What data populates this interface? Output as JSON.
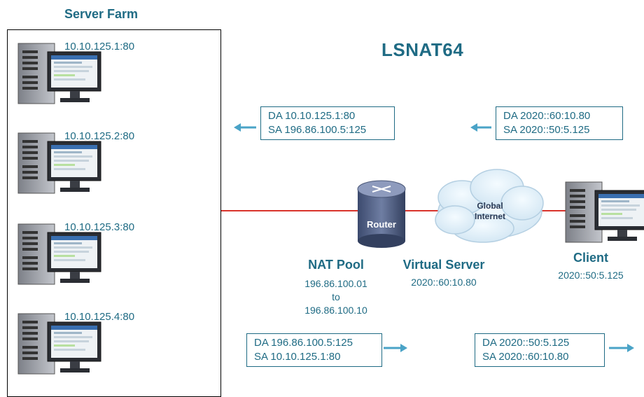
{
  "server_farm": {
    "title": "Server Farm",
    "servers": [
      {
        "address": "10.10.125.1:80"
      },
      {
        "address": "10.10.125.2:80"
      },
      {
        "address": "10.10.125.3:80"
      },
      {
        "address": "10.10.125.4:80"
      }
    ]
  },
  "title": "LSNAT64",
  "packets": {
    "top_left": {
      "da": "DA 10.10.125.1:80",
      "sa": "SA 196.86.100.5:125"
    },
    "top_right": {
      "da": "DA 2020::60:10.80",
      "sa": "SA 2020::50:5.125"
    },
    "bottom_left": {
      "da": "DA 196.86.100.5:125",
      "sa": "SA 10.10.125.1:80"
    },
    "bottom_right": {
      "da": "DA 2020::50:5.125",
      "sa": "SA 2020::60:10.80"
    }
  },
  "router": {
    "label": "Router"
  },
  "cloud": {
    "line1": "Global",
    "line2": "Internet"
  },
  "nat_pool": {
    "title": "NAT Pool",
    "start": "196.86.100.01",
    "to": "to",
    "end": "196.86.100.10"
  },
  "virtual_server": {
    "title": "Virtual Server",
    "address": "2020::60:10.80"
  },
  "client": {
    "title": "Client",
    "address": "2020::50:5.125"
  },
  "colors": {
    "teal": "#1f6b84",
    "red_link": "#d9332b",
    "orange_flow": "#e8892a",
    "arrow": "#4aa3c7"
  }
}
